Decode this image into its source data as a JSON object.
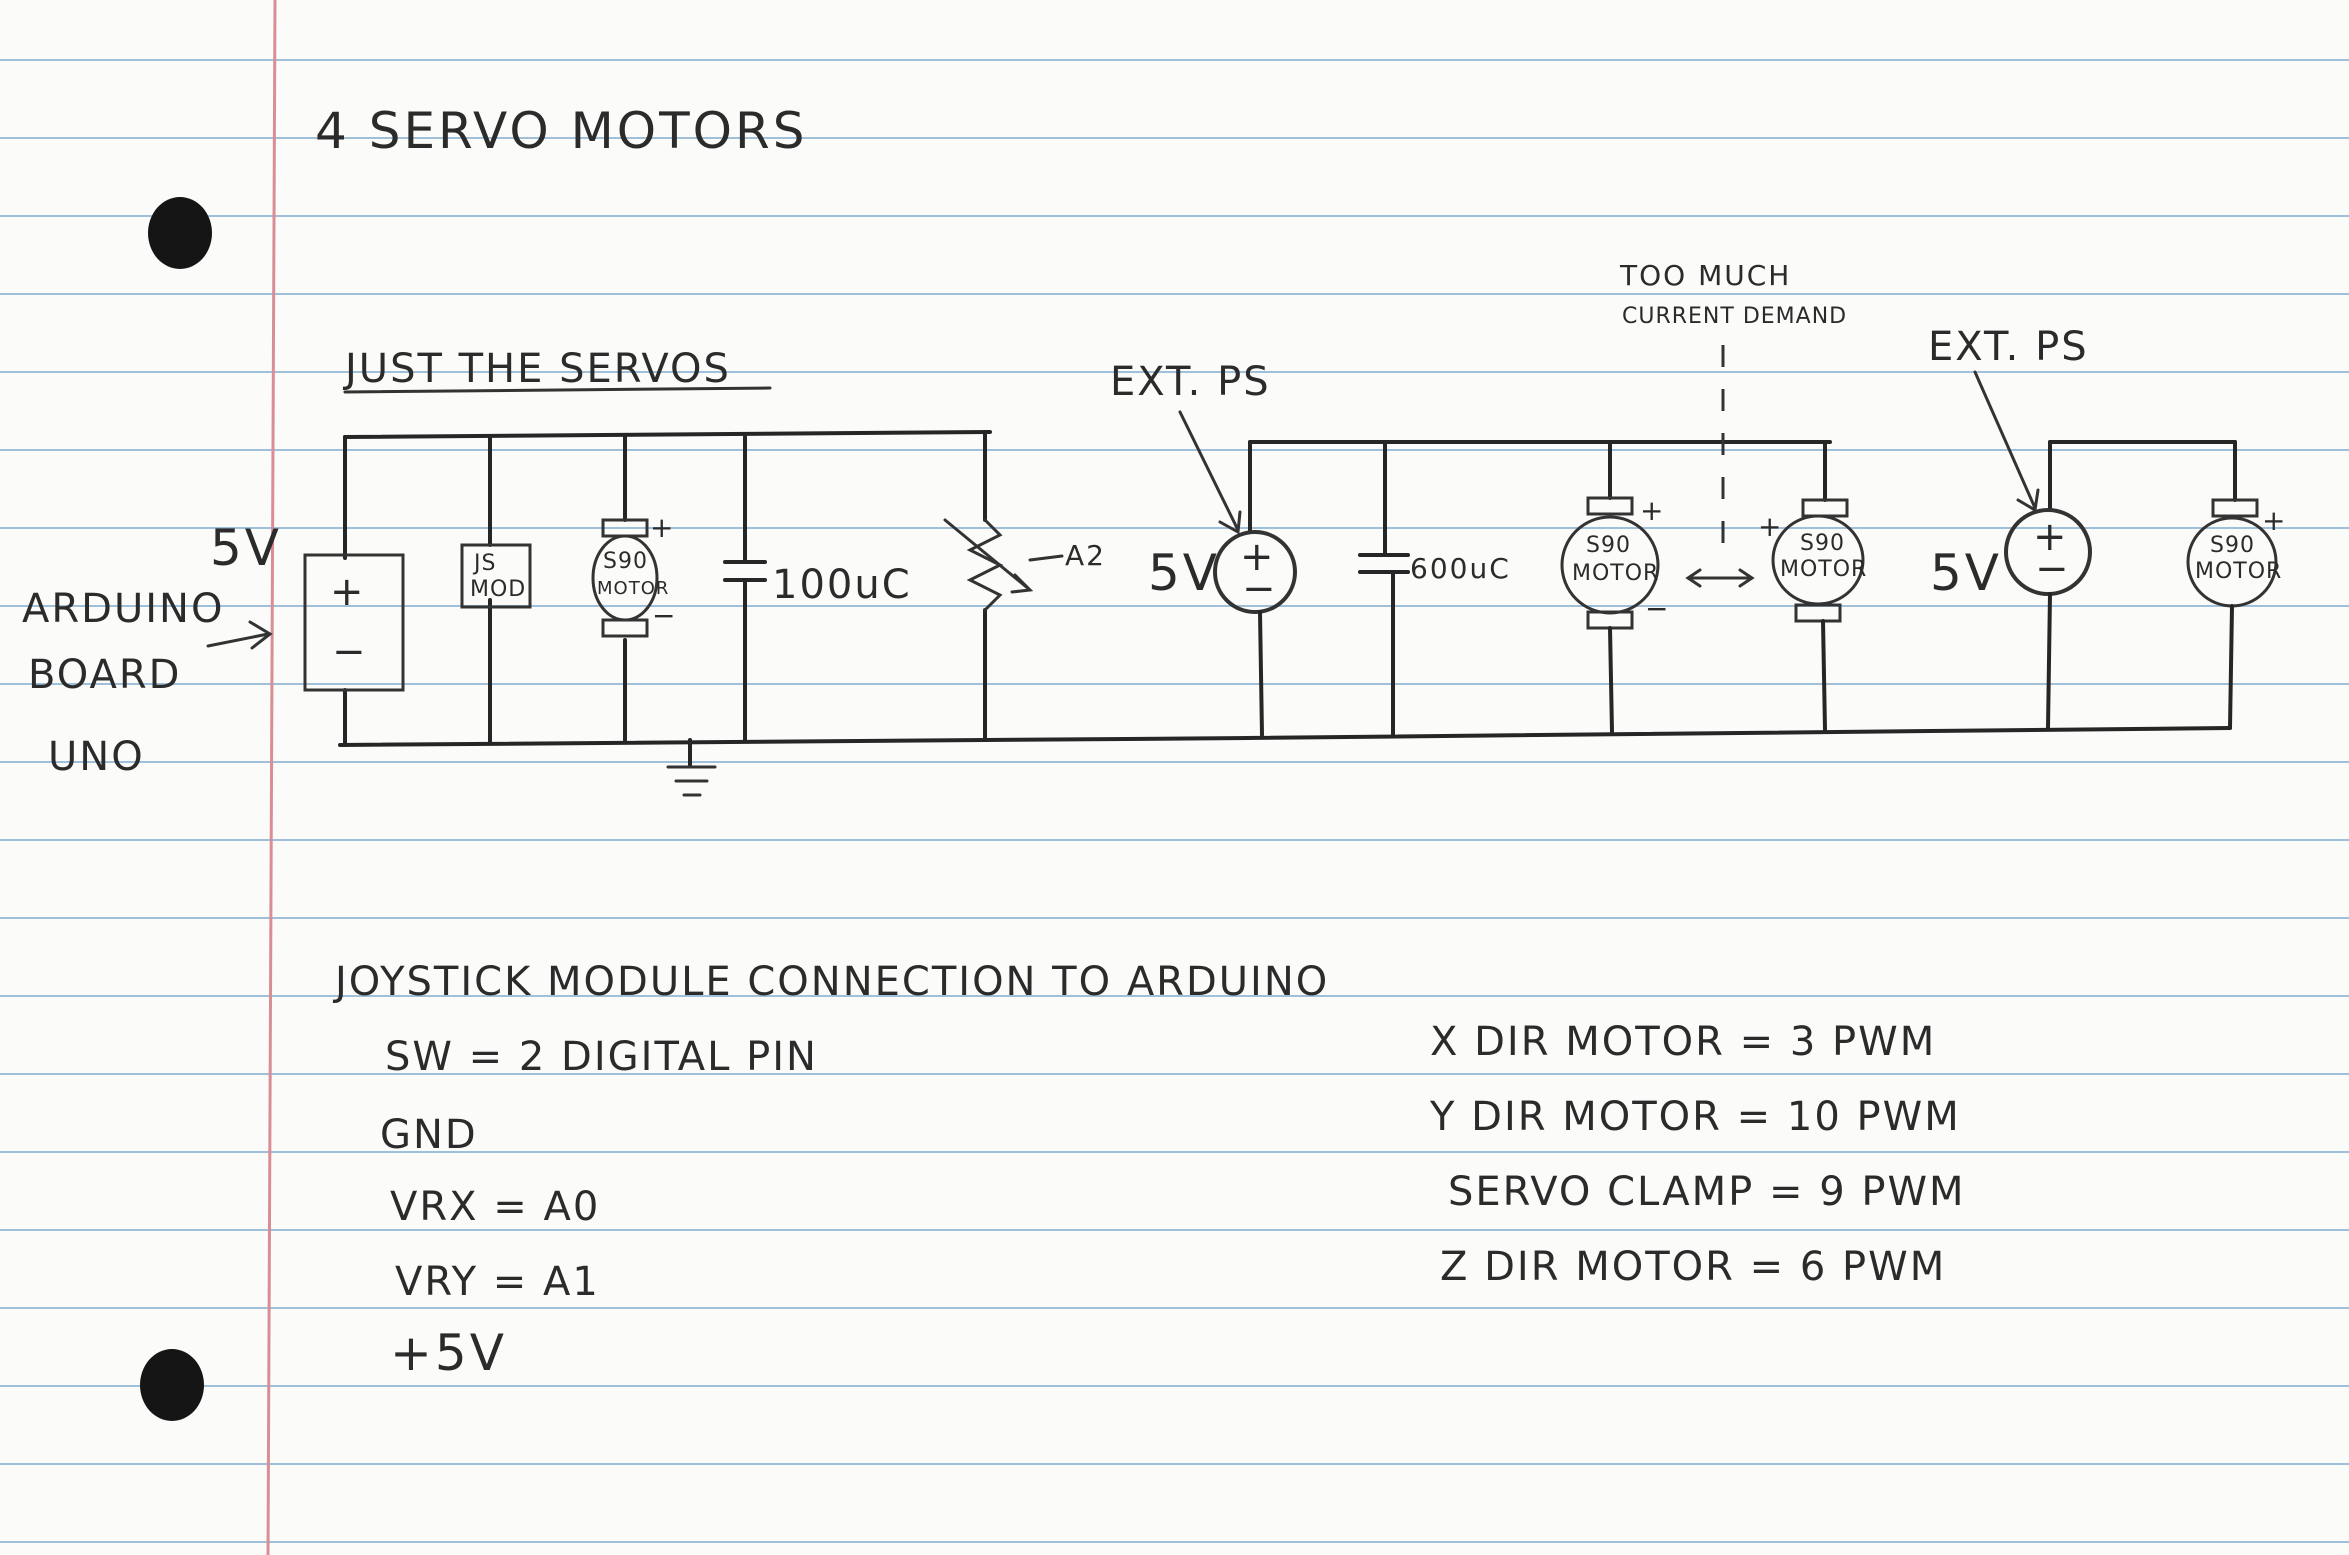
{
  "title": "4 SERVO MOTORS",
  "section_servos": {
    "heading": "JUST THE SERVOS",
    "arduino_label_1": "ARDUINO",
    "arduino_label_2": "BOARD",
    "arduino_label_3": "UNO",
    "supply_5v": "5V",
    "plus": "+",
    "minus": "−",
    "js_mod": [
      "JS",
      "MOD"
    ],
    "s90_motor": [
      "S90",
      "MOTOR"
    ],
    "cap_100": "100uC",
    "pot_a2": "A2",
    "ext_ps": "EXT. PS",
    "ext_5v": "5V",
    "cap_600": "600uC",
    "too_much_1": "TOO MUCH",
    "too_much_2": "CURRENT DEMAND",
    "ext_ps_2": "EXT. PS",
    "ext_5v_2": "5V"
  },
  "section_joystick": {
    "heading": "JOYSTICK MODULE CONNECTION TO ARDUINO",
    "pins": [
      "SW = 2  DIGITAL PIN",
      "GND",
      "VRX = A0",
      "VRY = A1",
      "+5V"
    ],
    "motors": [
      "X DIR MOTOR = 3  PWM",
      "Y DIR MOTOR = 10 PWM",
      "SERVO CLAMP = 9  PWM",
      "Z DIR MOTOR = 6  PWM"
    ]
  }
}
